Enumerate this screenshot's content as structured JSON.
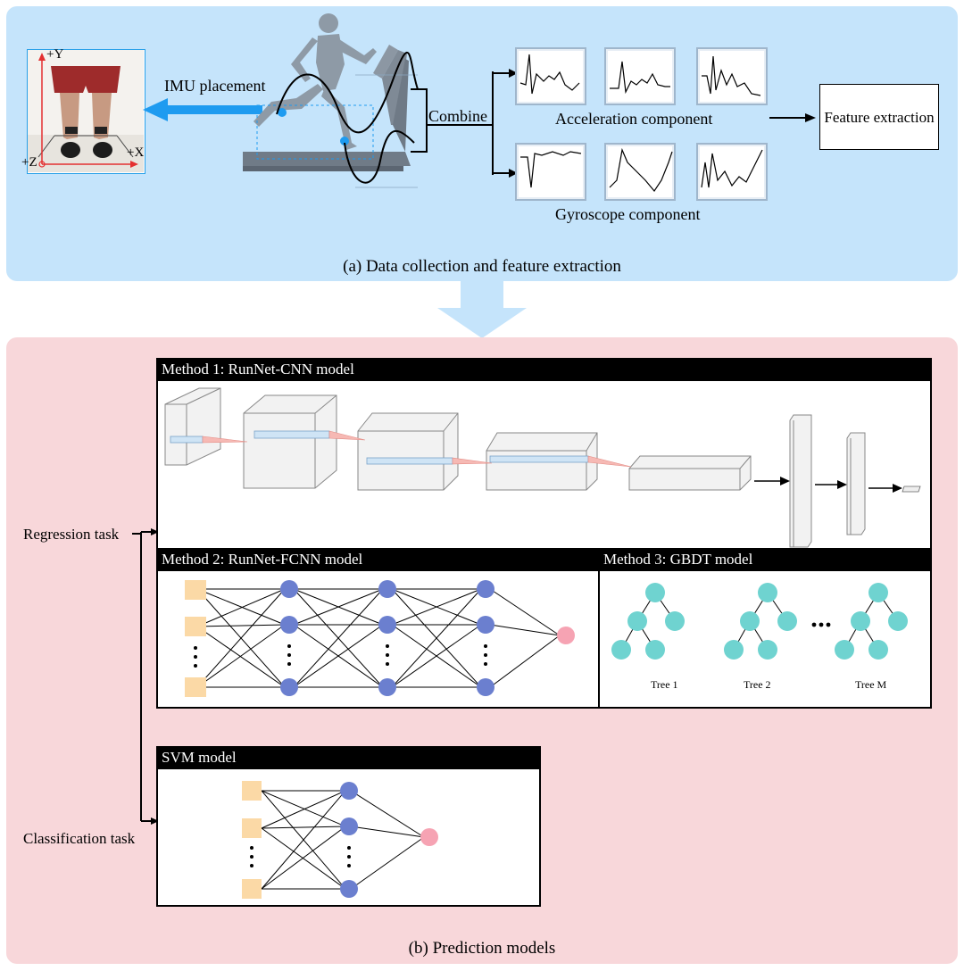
{
  "panel_a": {
    "caption": "(a) Data collection and feature extraction",
    "axis_y": "+Y",
    "axis_x": "+X",
    "axis_z": "+Z",
    "imu_label": "IMU placement",
    "combine_label": "Combine",
    "accel_label": "Acceleration component",
    "gyro_label": "Gyroscope component",
    "feature_box": "Feature extraction"
  },
  "panel_b": {
    "caption": "(b) Prediction models",
    "regression_label": "Regression task",
    "classification_label": "Classification task",
    "method1_title": "Method 1: RunNet-CNN model",
    "method2_title": "Method 2: RunNet-FCNN model",
    "method3_title": "Method 3: GBDT model",
    "svm_title": "SVM model",
    "trees": [
      "Tree 1",
      "Tree 2",
      "Tree M"
    ]
  },
  "colors": {
    "panel_a_bg": "#c5e4fb",
    "panel_b_bg": "#f8d7da",
    "input_node": "#fbd9a6",
    "hidden_node": "#6b7fcf",
    "output_node": "#f6a3b3",
    "tree_node": "#6fd3d0",
    "imu_arrow": "#1e9bf0"
  }
}
